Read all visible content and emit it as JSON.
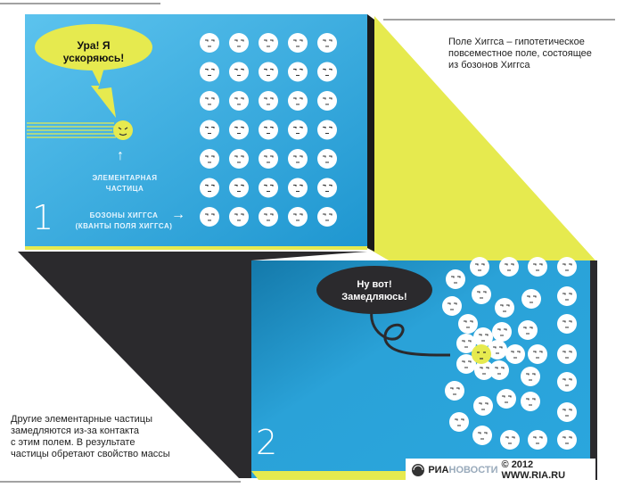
{
  "colors": {
    "blue": "#2fa6dc",
    "yellow": "#e6ea4f",
    "dark": "#2b2a2d"
  },
  "panel1": {
    "number": "1",
    "bubble": "Ура! Я ускоряюсь!",
    "particle_label_1": "ЭЛЕМЕНТАРНАЯ",
    "particle_label_2": "ЧАСТИЦА",
    "bosons_label_1": "БОЗОНЫ ХИГГСА",
    "bosons_label_2": "(КВАНТЫ ПОЛЯ ХИГГСА)",
    "up_arrow": "↑",
    "right_arrow": "→"
  },
  "panel2": {
    "number": "2",
    "bubble_1": "Ну вот!",
    "bubble_2": "Замедляюсь!"
  },
  "caption_top": [
    "Поле Хиггса – гипотетическое",
    "повсеместное поле, состоящее",
    "из бозонов Хиггса"
  ],
  "caption_bottom": [
    "Другие элементарные частицы",
    "замедляются из-за контакта",
    "с этим полем. В результате",
    "частицы обретают свойство массы"
  ],
  "footer": {
    "brand_1": "РИА",
    "brand_2": "НОВОСТИ",
    "copyright": "© 2012 WWW.RIA.RU"
  }
}
